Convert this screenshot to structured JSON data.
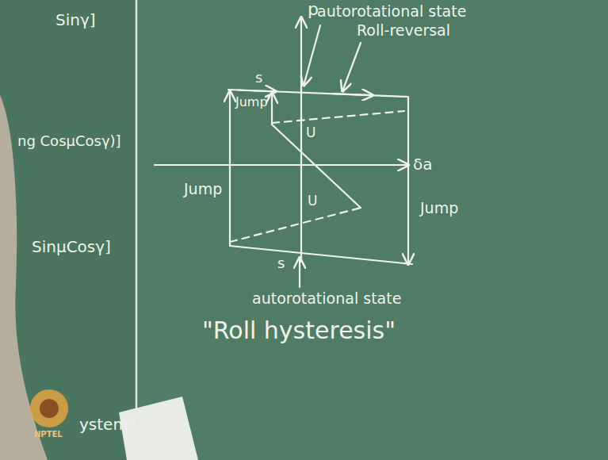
{
  "diagram": {
    "labels": [
      "p",
      "autorotational state",
      "s",
      "Roll-reversal",
      "Jump",
      "U",
      "Jump",
      "δa",
      "Jump",
      "U",
      "s",
      "autorotational state",
      "\"Roll hysteresis\"",
      "Sinγ]",
      "ng CosμCosγ)]",
      "SinμCosγ]",
      "ystem\"",
      "NPTEL"
    ]
  }
}
